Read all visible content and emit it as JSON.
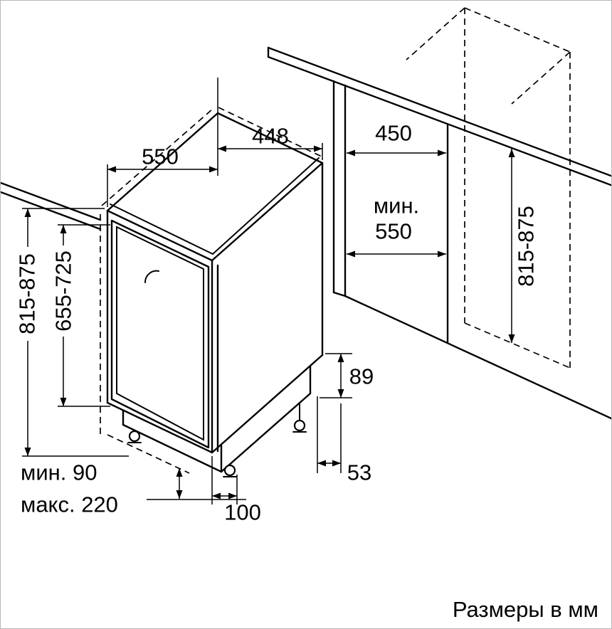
{
  "diagram": {
    "caption": "Размеры в мм",
    "dimensions": {
      "appliance_depth": "550",
      "appliance_width": "448",
      "niche_width": "450",
      "niche_depth_prefix": "мин.",
      "niche_depth_value": "550",
      "appliance_height_range": "815-875",
      "door_height_range": "655-725",
      "niche_height_range": "815-875",
      "rear_base_height": "89",
      "base_side_offset": "53",
      "plinth_depth": "100",
      "feet_adjust_min": "мин. 90",
      "feet_adjust_max": "макс. 220"
    }
  }
}
